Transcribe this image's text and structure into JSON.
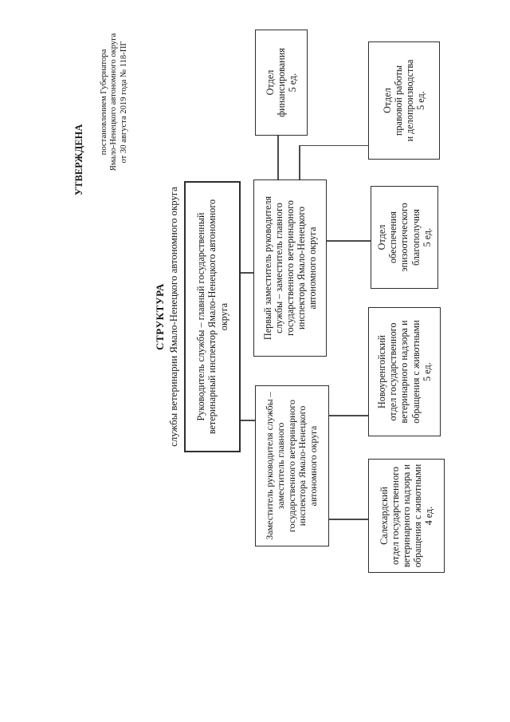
{
  "approval": {
    "stamp": "УТВЕРЖДЕНА",
    "text": "постановлением Губернатора\nЯмало-Ненецкого автономного округа\nот 30 августа 2019 года № 118-ПГ"
  },
  "title": {
    "main": "СТРУКТУРА",
    "subtitle": "службы ветеринарии Ямало-Ненецкого автономного округа"
  },
  "org_chart": {
    "nodes": {
      "head": {
        "text": "Руководитель службы – главный государственный\nветеринарный инспектор Ямало-Ненецкого автономного\nокруга"
      },
      "first_deputy": {
        "text": "Первый заместитель руководителя\nслужбы – заместитель главного\nгосударственного ветеринарного\nинспектора Ямало-Ненецкого\nавтономного округа"
      },
      "deputy": {
        "text": "Заместитель руководителя службы –\nзаместитель главного\nгосударственного ветеринарного\nинспектора Ямало-Ненецкого\nавтономного округа"
      },
      "finance": {
        "text": "Отдел\nфинансирования\n5 ед.",
        "staff_units": "5 ед."
      },
      "legal": {
        "text": "Отдел\nправовой работы\nи делопроизводства\n5 ед.",
        "staff_units": "5 ед."
      },
      "epizootic": {
        "text": "Отдел\nобеспечения\nэпизоотического\nблагополучия\n5 ед.",
        "staff_units": "5 ед."
      },
      "novy_urengoy": {
        "text": "Новоуренгойский\nотдел государственного\nветеринарного надзора и\nобращения с животными\n5 ед.",
        "staff_units": "5 ед."
      },
      "salekhard": {
        "text": "Салехардский\nотдел государственного\nветеринарного надзора и\nобращения с животными\n4 ед.",
        "staff_units": "4 ед."
      }
    },
    "edges": [
      {
        "from": "head",
        "to": "first_deputy"
      },
      {
        "from": "head",
        "to": "deputy"
      },
      {
        "from": "first_deputy",
        "to": "finance"
      },
      {
        "from": "first_deputy",
        "to": "legal"
      },
      {
        "from": "first_deputy",
        "to": "epizootic"
      },
      {
        "from": "deputy",
        "to": "novy_urengoy"
      },
      {
        "from": "deputy",
        "to": "salekhard"
      }
    ]
  }
}
